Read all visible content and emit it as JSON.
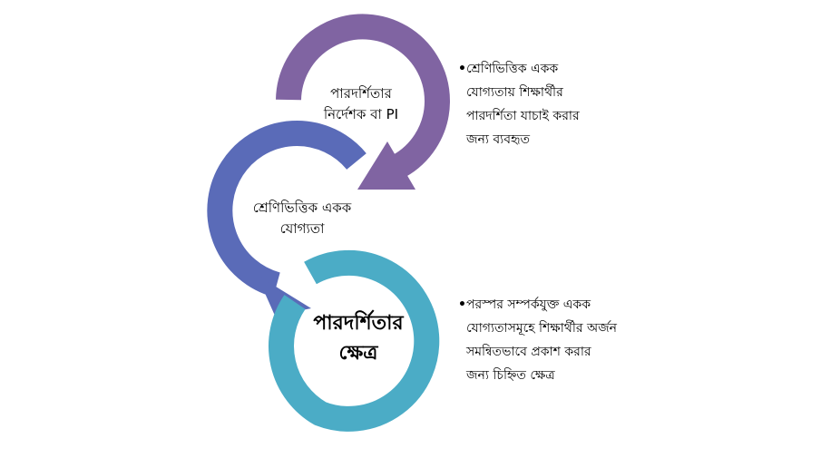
{
  "diagram": {
    "colors": {
      "ring_top": "#8064a2",
      "ring_middle": "#5a6bb8",
      "ring_bottom": "#4bacc6",
      "background": "#ffffff",
      "text": "#000000"
    },
    "rings": [
      {
        "id": "top",
        "lines": [
          "পারদর্শিতার",
          "নির্দেশক বা PI"
        ]
      },
      {
        "id": "middle",
        "lines": [
          "শ্রেণিভিত্তিক একক",
          "যোগ্যতা"
        ]
      },
      {
        "id": "bottom",
        "lines": [
          "পারদর্শিতার",
          "ক্ষেত্র"
        ]
      }
    ],
    "notes": [
      {
        "id": "top-note",
        "bullet": "•",
        "lines": [
          "শ্রেণিভিত্তিক একক",
          "যোগ্যতায় শিক্ষার্থীর",
          "পারদর্শিতা যাচাই করার",
          "জন্য ব্যবহৃত"
        ]
      },
      {
        "id": "bottom-note",
        "bullet": "•",
        "lines": [
          "পরস্পর সম্পর্কযুক্ত একক",
          "যোগ্যতাসমূহে শিক্ষার্থীর অর্জন",
          "সমন্বিতভাবে প্রকাশ করার",
          "জন্য চিহ্নিত ক্ষেত্র"
        ]
      }
    ]
  }
}
